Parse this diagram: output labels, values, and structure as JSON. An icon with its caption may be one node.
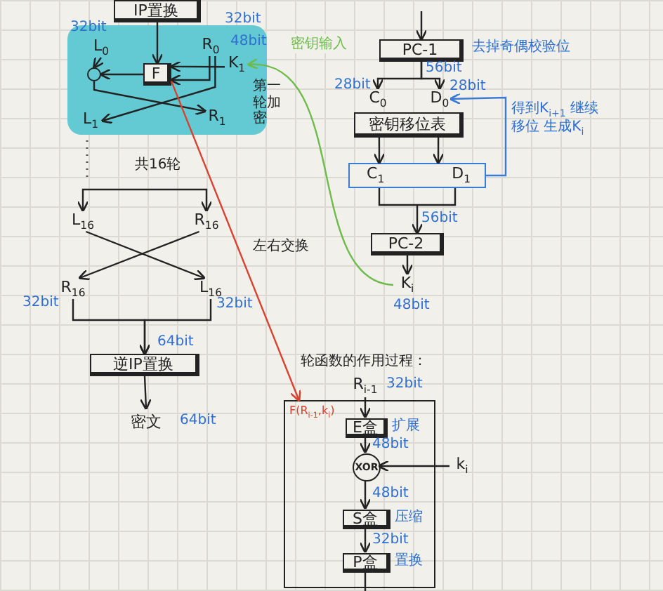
{
  "diagram": {
    "nodes": [
      {
        "text": [
          "IP置换"
        ]
      },
      {
        "text": [],
        "shape": "box"
      },
      {
        "text": [
          "L$_{0}$"
        ],
        "in": 1
      },
      {
        "text": [
          "R$_{0}$"
        ],
        "in": 1
      },
      {
        "text": [
          "F"
        ],
        "in": 1
      },
      {
        "text": [],
        "shape": "circle",
        "in": 1
      },
      {
        "text": [
          "K$_{1}$"
        ],
        "in": 1
      },
      {
        "text": [
          "L$_{1}$"
        ],
        "in": 1
      },
      {
        "text": [
          "R$_{1}$"
        ],
        "in": 1
      },
      {
        "text": [
          "PC-1"
        ],
        "beside": [
          "去掉奇偶校验位"
        ]
      },
      {
        "text": [
          "C$_{0}$"
        ]
      },
      {
        "text": [
          "D$_{0}$"
        ]
      },
      {
        "text": [
          "密钥移位表"
        ]
      },
      {
        "text": [
          "C$_{1}$",
          "D$_{1}$"
        ]
      },
      {
        "text": [
          "PC-2"
        ]
      },
      {
        "text": [
          "K$_{i}$"
        ],
        "beside": [
          "48bit"
        ]
      },
      {
        "text": [
          "L$_{16}$"
        ]
      },
      {
        "text": [
          "R$_{16}$"
        ]
      },
      {
        "text": [
          "R$_{16}$"
        ]
      },
      {
        "text": [
          "L$_{16}$"
        ]
      },
      {
        "text": [
          "逆IP置换"
        ]
      },
      {
        "text": [
          "密文"
        ],
        "beside": [
          "64bit"
        ]
      },
      {
        "text": [
          "F(R$_{i-1}$,k$_{i}$)"
        ]
      },
      {
        "text": [
          "R$_{i-1}$"
        ],
        "beside": [
          "32bit"
        ]
      },
      {
        "text": [
          "E盒"
        ],
        "in": 22,
        "beside": [
          "扩展"
        ]
      },
      {
        "text": [
          "XOR"
        ],
        "in": 22
      },
      {
        "text": [
          "S盒"
        ],
        "in": 22,
        "beside": [
          "压缩"
        ]
      },
      {
        "text": [
          "P盒"
        ],
        "in": 22,
        "beside": [
          "置换"
        ]
      },
      {
        "text": [
          "k$_{i}$"
        ]
      }
    ],
    "edges": [
      {
        "from": 0,
        "to": 4,
        "arrow": "to"
      },
      {
        "from": 2,
        "to": 5,
        "arrow": "to"
      },
      {
        "from": 3,
        "to": 4,
        "arrow": "to"
      },
      {
        "from": 6,
        "to": 4,
        "arrow": "to"
      },
      {
        "from": 4,
        "to": 5,
        "arrow": "to"
      },
      {
        "from": 5,
        "to": 8,
        "arrow": "to"
      },
      {
        "from": 3,
        "to": 7,
        "arrow": "to"
      },
      {
        "from": 4,
        "to": 22,
        "arrow": "to",
        "color": "#d9412f"
      },
      {
        "from": 15,
        "to": 6,
        "arrow": "to",
        "label": "密钥输入",
        "color": "#6dbb4a"
      },
      {
        "from": null,
        "to": 9,
        "arrow": "to"
      },
      {
        "from": 9,
        "to": 10,
        "arrow": "to"
      },
      {
        "from": 9,
        "to": 11,
        "arrow": "to"
      },
      {
        "from": 12,
        "to": 13,
        "arrow": "to"
      },
      {
        "from": 12,
        "to": 13,
        "arrow": "to"
      },
      {
        "from": 13,
        "to": 11,
        "arrow": "to",
        "color": "#3a7bd5"
      },
      {
        "from": 13,
        "to": 14,
        "arrow": "to"
      },
      {
        "from": 14,
        "to": 15,
        "arrow": "to"
      },
      {
        "from": null,
        "to": 16,
        "arrow": "to"
      },
      {
        "from": null,
        "to": 17,
        "arrow": "to"
      },
      {
        "from": 16,
        "to": 19,
        "arrow": "to"
      },
      {
        "from": 17,
        "to": 18,
        "arrow": "to"
      },
      {
        "from": 18,
        "to": 20,
        "arrow": "to"
      },
      {
        "from": 19,
        "to": 20,
        "arrow": "to"
      },
      {
        "from": 20,
        "to": 21,
        "arrow": "to"
      },
      {
        "from": 23,
        "to": 24,
        "arrow": "to"
      },
      {
        "from": 24,
        "to": 25,
        "arrow": "to"
      },
      {
        "from": 28,
        "to": 25,
        "arrow": "to"
      },
      {
        "from": 25,
        "to": 26,
        "arrow": "to"
      },
      {
        "from": 26,
        "to": 27,
        "arrow": "to"
      },
      {
        "from": 27,
        "to": null,
        "arrow": "none"
      }
    ],
    "labels": [
      "32bit",
      "32bit",
      "48bit",
      "第一轮加密",
      "28bit",
      "56bit",
      "28bit",
      "得到K$_{i+1}$ 继续移位 生成K$_{i}$",
      "56bit",
      "共16轮",
      "左右交换",
      "32bit",
      "32bit",
      "64bit",
      "轮函数的作用过程：",
      "48bit",
      "48bit",
      "32bit"
    ]
  }
}
